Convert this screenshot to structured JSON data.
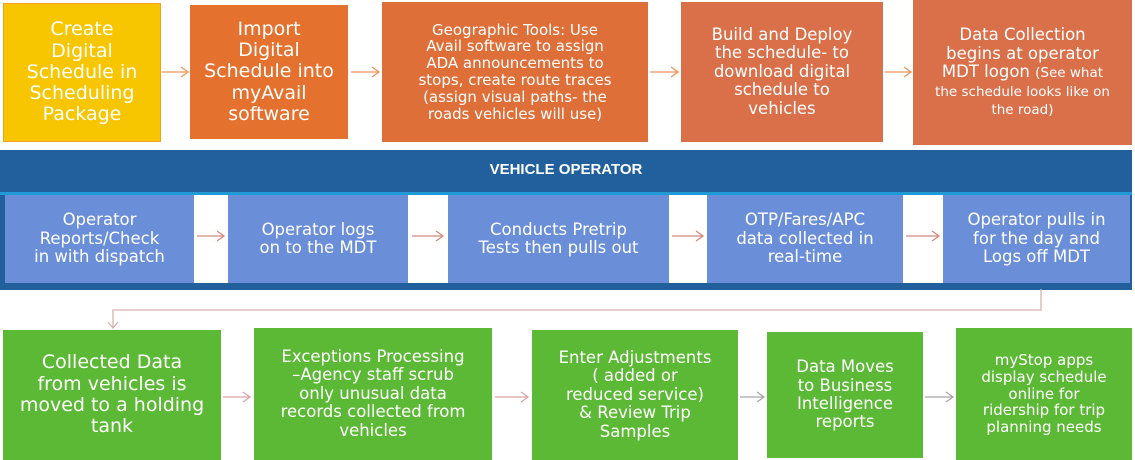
{
  "top_row": [
    {
      "lines": [
        "Create",
        "Digital",
        "Schedule in",
        "Scheduling",
        "Package"
      ]
    },
    {
      "lines": [
        "Import",
        "Digital",
        "Schedule into",
        "myAvail",
        "software"
      ]
    },
    {
      "lines": [
        "Geographic Tools: Use",
        "Avail software to assign",
        "ADA announcements to",
        "stops, create route traces",
        "(assign visual paths- the",
        "roads vehicles will use)"
      ]
    },
    {
      "lines": [
        "Build and Deploy",
        "the schedule- to",
        "download digital",
        "schedule to",
        "vehicles"
      ]
    },
    {
      "lines": [
        "Data Collection",
        "begins at operator",
        "MDT logon"
      ],
      "note": "(See what",
      "note_lines": [
        "the schedule looks like on",
        "the road)"
      ]
    }
  ],
  "band": {
    "title": "VEHICLE OPERATOR",
    "steps": [
      {
        "lines": [
          "Operator",
          "Reports/Check",
          "in with dispatch"
        ]
      },
      {
        "lines": [
          "Operator logs",
          "on to the MDT"
        ]
      },
      {
        "lines": [
          "Conducts Pretrip",
          "Tests then pulls out"
        ]
      },
      {
        "lines": [
          "OTP/Fares/APC",
          "data collected in",
          "real-time"
        ]
      },
      {
        "lines": [
          "Operator pulls in",
          "for the day and",
          "Logs off MDT"
        ]
      }
    ]
  },
  "bottom_row": [
    {
      "lines": [
        "Collected Data",
        "from vehicles is",
        "moved to a holding",
        "tank"
      ]
    },
    {
      "lines": [
        "Exceptions Processing",
        "–Agency staff scrub",
        "only unusual data",
        "records collected from",
        "vehicles"
      ]
    },
    {
      "lines": [
        "Enter Adjustments",
        "( added or",
        "reduced service)",
        "& Review Trip",
        "Samples"
      ]
    },
    {
      "lines": [
        "Data Moves",
        "to Business",
        "Intelligence",
        "reports"
      ]
    },
    {
      "lines": [
        "myStop apps",
        "display schedule",
        "online for",
        "ridership for trip",
        "planning needs"
      ]
    }
  ],
  "colors": {
    "yellow": "#f7c600",
    "orange": "#e5712e",
    "band": "#21609c",
    "band_rule": "#1f9ad6",
    "light_blue": "#6a8fd8",
    "green": "#5cb935",
    "arrow_orange": "#f0955a",
    "arrow_pink": "#d9a3a3",
    "arrow_gray": "#a8a8a8"
  }
}
